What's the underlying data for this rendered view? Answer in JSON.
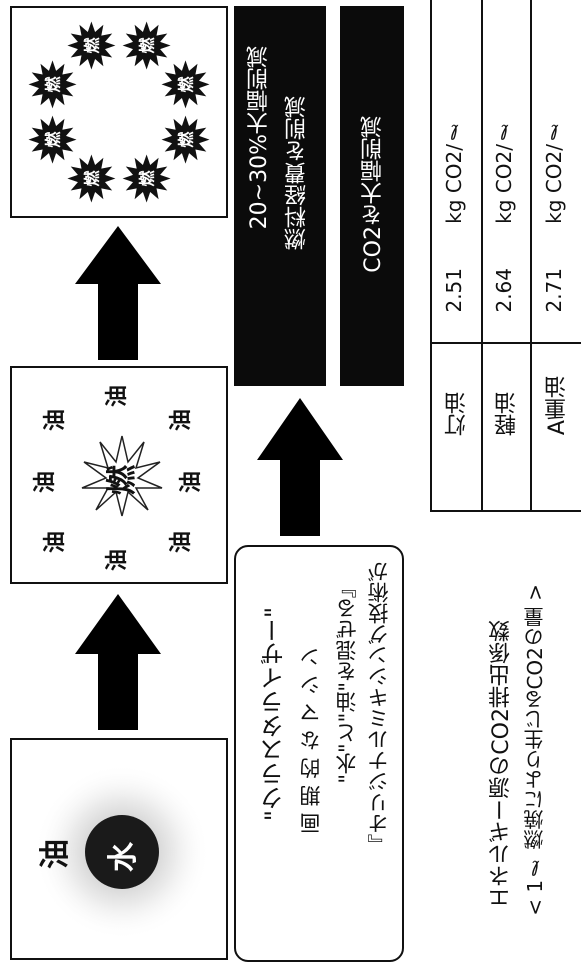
{
  "diagram": {
    "stage1": {
      "center_char": "水",
      "outer_char": "油"
    },
    "stage2": {
      "center_char": "燃",
      "outer_char": "油"
    },
    "stage3": {
      "burst_char": "燃"
    }
  },
  "technology_box": {
    "line1": "『オリジナルミキシング技術が",
    "line2": "\"水\"と\"油\"を混ぜる』",
    "line3": "画 期 的 な マ シ ン",
    "line4": "\"クラスタライザー\""
  },
  "results": {
    "fuel_title": "燃料経費を削減",
    "fuel_sub": "20~30%大幅削減",
    "co2": "CO2を大幅削減"
  },
  "emission_table": {
    "rows": [
      {
        "fuel": "灯油",
        "value": "2.51",
        "unit": "kg CO2/ℓ"
      },
      {
        "fuel": "軽油",
        "value": "2.64",
        "unit": "kg CO2/ℓ"
      },
      {
        "fuel": "A重油",
        "value": "2.71",
        "unit": "kg CO2/ℓ"
      }
    ]
  },
  "caption": {
    "line1": "エネルギー源のCO2排出係数",
    "line2": "< 1ℓ 燃焼により生じるCO2の量 >"
  }
}
